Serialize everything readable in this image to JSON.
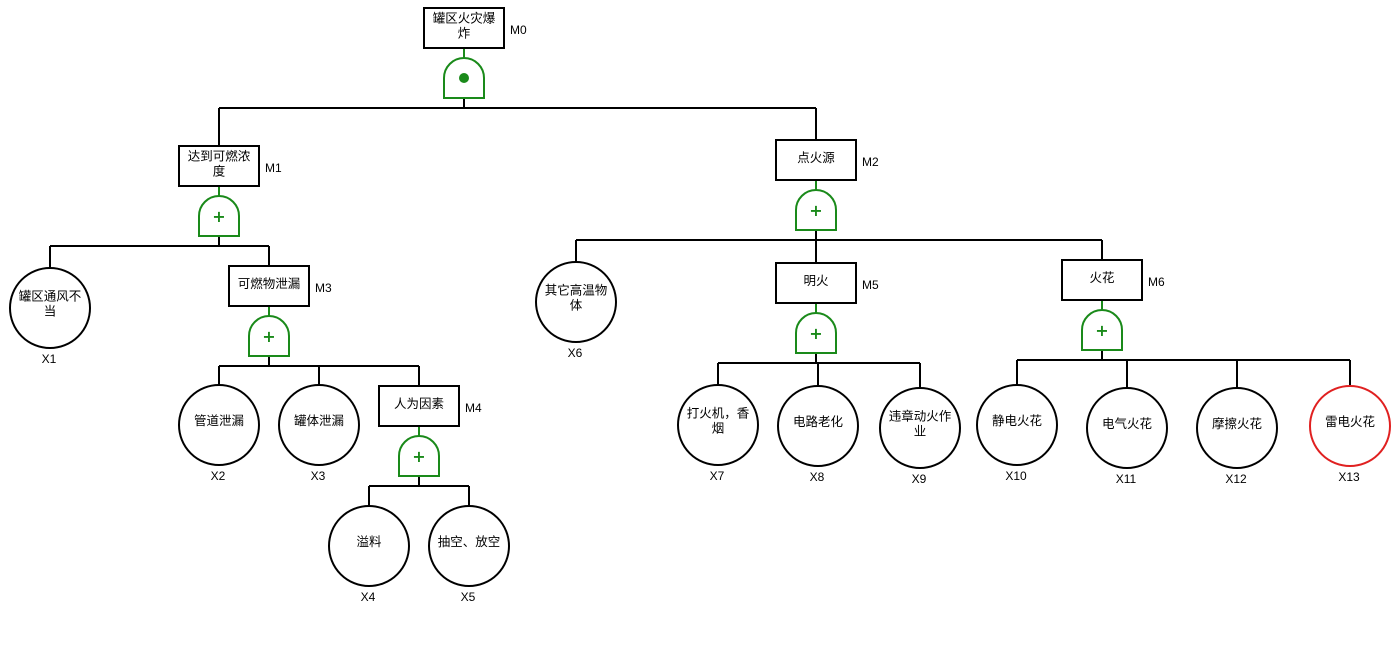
{
  "diagram": {
    "type": "fault-tree",
    "colors": {
      "line": "#000000",
      "gate": "#1a8a1a",
      "highlight": "#e02020"
    },
    "gates": {
      "G0": {
        "type": "and",
        "symbol": "●"
      },
      "G1": {
        "type": "or",
        "symbol": "+"
      },
      "G2": {
        "type": "or",
        "symbol": "+"
      },
      "G3": {
        "type": "or",
        "symbol": "+"
      },
      "G4": {
        "type": "or",
        "symbol": "+"
      },
      "G5": {
        "type": "or",
        "symbol": "+"
      },
      "G6": {
        "type": "or",
        "symbol": "+"
      }
    },
    "intermediate_events": {
      "M0": {
        "id": "M0",
        "lines": [
          "罐区火灾爆",
          "炸"
        ],
        "gate": "G0",
        "children": [
          "M1",
          "M2"
        ]
      },
      "M1": {
        "id": "M1",
        "lines": [
          "达到可燃浓",
          "度"
        ],
        "gate": "G1",
        "children": [
          "X1",
          "M3"
        ]
      },
      "M2": {
        "id": "M2",
        "lines": [
          "点火源"
        ],
        "gate": "G2",
        "children": [
          "X6",
          "M5",
          "M6"
        ]
      },
      "M3": {
        "id": "M3",
        "lines": [
          "可燃物泄漏"
        ],
        "gate": "G3",
        "children": [
          "X2",
          "X3",
          "M4"
        ]
      },
      "M4": {
        "id": "M4",
        "lines": [
          "人为因素"
        ],
        "gate": "G4",
        "children": [
          "X4",
          "X5"
        ]
      },
      "M5": {
        "id": "M5",
        "lines": [
          "明火"
        ],
        "gate": "G5",
        "children": [
          "X7",
          "X8",
          "X9"
        ]
      },
      "M6": {
        "id": "M6",
        "lines": [
          "火花"
        ],
        "gate": "G6",
        "children": [
          "X10",
          "X11",
          "X12",
          "X13"
        ]
      }
    },
    "basic_events": {
      "X1": {
        "id": "X1",
        "lines": [
          "罐区通风不",
          "当"
        ]
      },
      "X2": {
        "id": "X2",
        "lines": [
          "管道泄漏"
        ]
      },
      "X3": {
        "id": "X3",
        "lines": [
          "罐体泄漏"
        ]
      },
      "X4": {
        "id": "X4",
        "lines": [
          "溢料"
        ]
      },
      "X5": {
        "id": "X5",
        "lines": [
          "抽空、放空"
        ]
      },
      "X6": {
        "id": "X6",
        "lines": [
          "其它高温物",
          "体"
        ]
      },
      "X7": {
        "id": "X7",
        "lines": [
          "打火机，香",
          "烟"
        ]
      },
      "X8": {
        "id": "X8",
        "lines": [
          "电路老化"
        ]
      },
      "X9": {
        "id": "X9",
        "lines": [
          "违章动火作",
          "业"
        ]
      },
      "X10": {
        "id": "X10",
        "lines": [
          "静电火花"
        ]
      },
      "X11": {
        "id": "X11",
        "lines": [
          "电气火花"
        ]
      },
      "X12": {
        "id": "X12",
        "lines": [
          "摩擦火花"
        ]
      },
      "X13": {
        "id": "X13",
        "lines": [
          "雷电火花"
        ],
        "highlighted": true
      }
    }
  }
}
